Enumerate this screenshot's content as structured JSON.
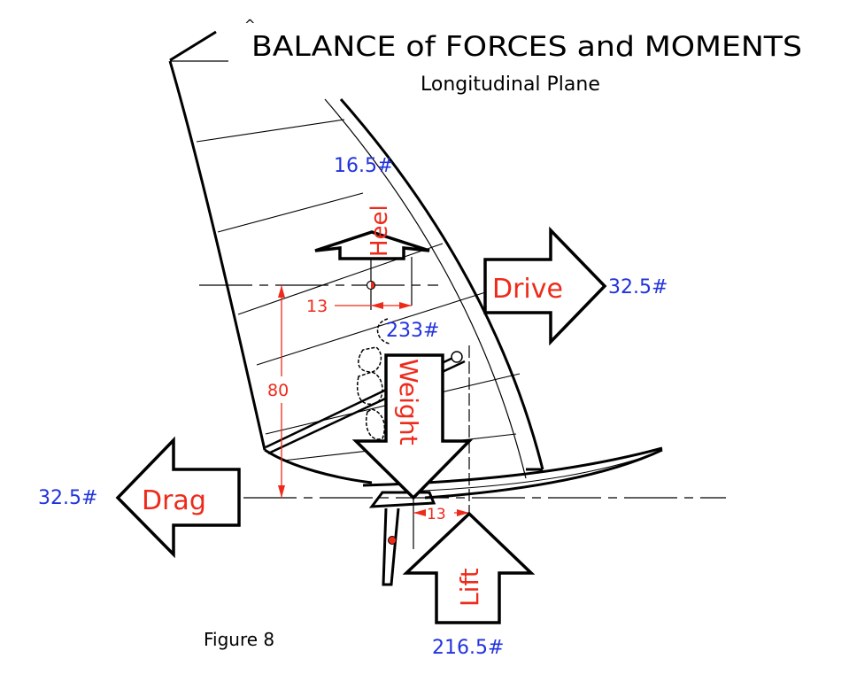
{
  "title": "BALANCE of FORCES and MOMENTS",
  "title_accent": "^",
  "subtitle": "Longitudinal Plane",
  "caption": "Figure 8",
  "colors": {
    "label_red": "#ee2a1a",
    "value_blue": "#2233dd",
    "outline": "#000000"
  },
  "forces": {
    "heel": {
      "label": "Heel",
      "value": "16.5#",
      "direction": "up"
    },
    "drive": {
      "label": "Drive",
      "value": "32.5#",
      "direction": "right"
    },
    "weight": {
      "label": "Weight",
      "value": "233#",
      "direction": "down"
    },
    "drag": {
      "label": "Drag",
      "value": "32.5#",
      "direction": "left"
    },
    "lift": {
      "label": "Lift",
      "value": "216.5#",
      "direction": "up"
    }
  },
  "dimensions": {
    "heel_offset": "13",
    "cg_height": "80",
    "lift_offset": "13"
  }
}
